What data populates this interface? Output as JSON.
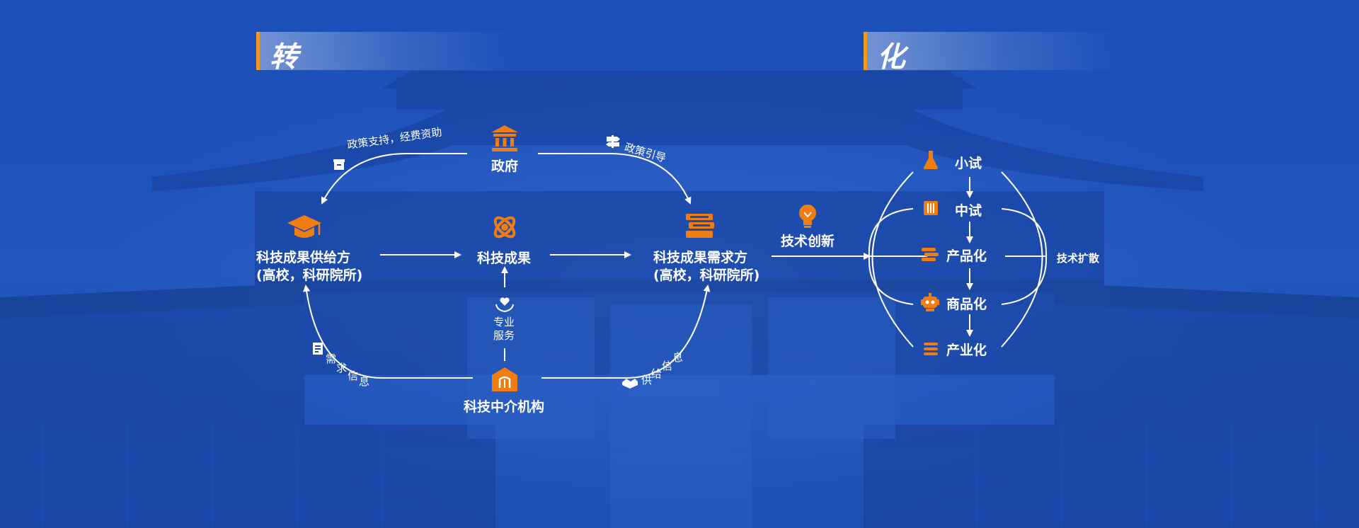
{
  "titles": {
    "left": "转",
    "right": "化"
  },
  "nodes": {
    "government": "政府",
    "supplier_line1": "科技成果供给方",
    "supplier_line2": "(高校，科研院所)",
    "achievement": "科技成果",
    "demander_line1": "科技成果需求方",
    "demander_line2": "(高校，科研院所)",
    "intermediary": "科技中介机构",
    "service_line1": "专业",
    "service_line2": "服务",
    "innovation": "技术创新"
  },
  "edges": {
    "policy_support": "政策支持，经费资助",
    "policy_guide": "政策引导",
    "demand_info": [
      "需",
      "求",
      "信",
      "息"
    ],
    "supply_info": [
      "供",
      "给",
      "信",
      "息"
    ]
  },
  "stages": [
    "小试",
    "中试",
    "产品化",
    "商品化",
    "产业化"
  ],
  "diffusion": "技术扩散",
  "colors": {
    "accent": "#f39a1f",
    "icon_orange": "#f07d12",
    "background": "#1a4db4"
  },
  "icons": [
    "bank-icon",
    "graduation-cap-icon",
    "atom-icon",
    "books-icon",
    "lightbulb-icon",
    "hands-heart-icon",
    "shop-icon",
    "flask-icon",
    "ruler-icon",
    "layers-icon",
    "robot-icon",
    "stack-icon",
    "box-icon",
    "signpost-icon",
    "document-icon",
    "handshake-icon"
  ]
}
